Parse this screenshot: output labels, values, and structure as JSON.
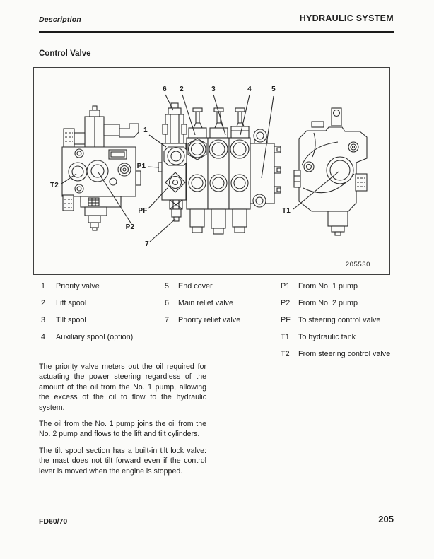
{
  "header": {
    "left_label": "Description",
    "right_title": "HYDRAULIC SYSTEM"
  },
  "section_title": "Control Valve",
  "colors": {
    "ink": "#1f1f1f",
    "paper": "#fbfbf9"
  },
  "diagram": {
    "figure_number": "205530",
    "callouts": [
      {
        "label": "6"
      },
      {
        "label": "2"
      },
      {
        "label": "3"
      },
      {
        "label": "4"
      },
      {
        "label": "5"
      },
      {
        "label": "1"
      },
      {
        "label": "P1"
      },
      {
        "label": "T2"
      },
      {
        "label": "PF"
      },
      {
        "label": "P2"
      },
      {
        "label": "7"
      },
      {
        "label": "T1"
      }
    ]
  },
  "legend": {
    "columns": [
      {
        "items": [
          {
            "key": "1",
            "label": "Priority valve"
          },
          {
            "key": "2",
            "label": "Lift spool"
          },
          {
            "key": "3",
            "label": "Tilt spool"
          },
          {
            "key": "4",
            "label": "Auxiliary spool (option)"
          }
        ]
      },
      {
        "items": [
          {
            "key": "5",
            "label": "End cover"
          },
          {
            "key": "6",
            "label": "Main relief valve"
          },
          {
            "key": "7",
            "label": "Priority relief valve"
          }
        ]
      },
      {
        "items": [
          {
            "key": "P1",
            "label": "From No. 1 pump"
          },
          {
            "key": "P2",
            "label": "From No. 2 pump"
          },
          {
            "key": "PF",
            "label": "To steering control valve"
          },
          {
            "key": "T1",
            "label": "To hydraulic tank"
          },
          {
            "key": "T2",
            "label": "From steering control valve"
          }
        ]
      }
    ]
  },
  "body": {
    "paragraphs": [
      {
        "text": "The priority valve meters out the oil required for actuating the power steering regardless of the amount of the oil from the No. 1 pump, allowing the excess of the oil to flow to the hydraulic system."
      },
      {
        "text": "The oil from the No. 1 pump joins the oil from the No. 2 pump and flows to the lift and tilt cylinders."
      },
      {
        "text": "The tilt spool section has a built-in tilt lock valve: the mast does not tilt forward even if the control lever is moved when the engine is stopped."
      }
    ]
  },
  "footer": {
    "model_label": "FD60/70",
    "page_number": "205"
  }
}
